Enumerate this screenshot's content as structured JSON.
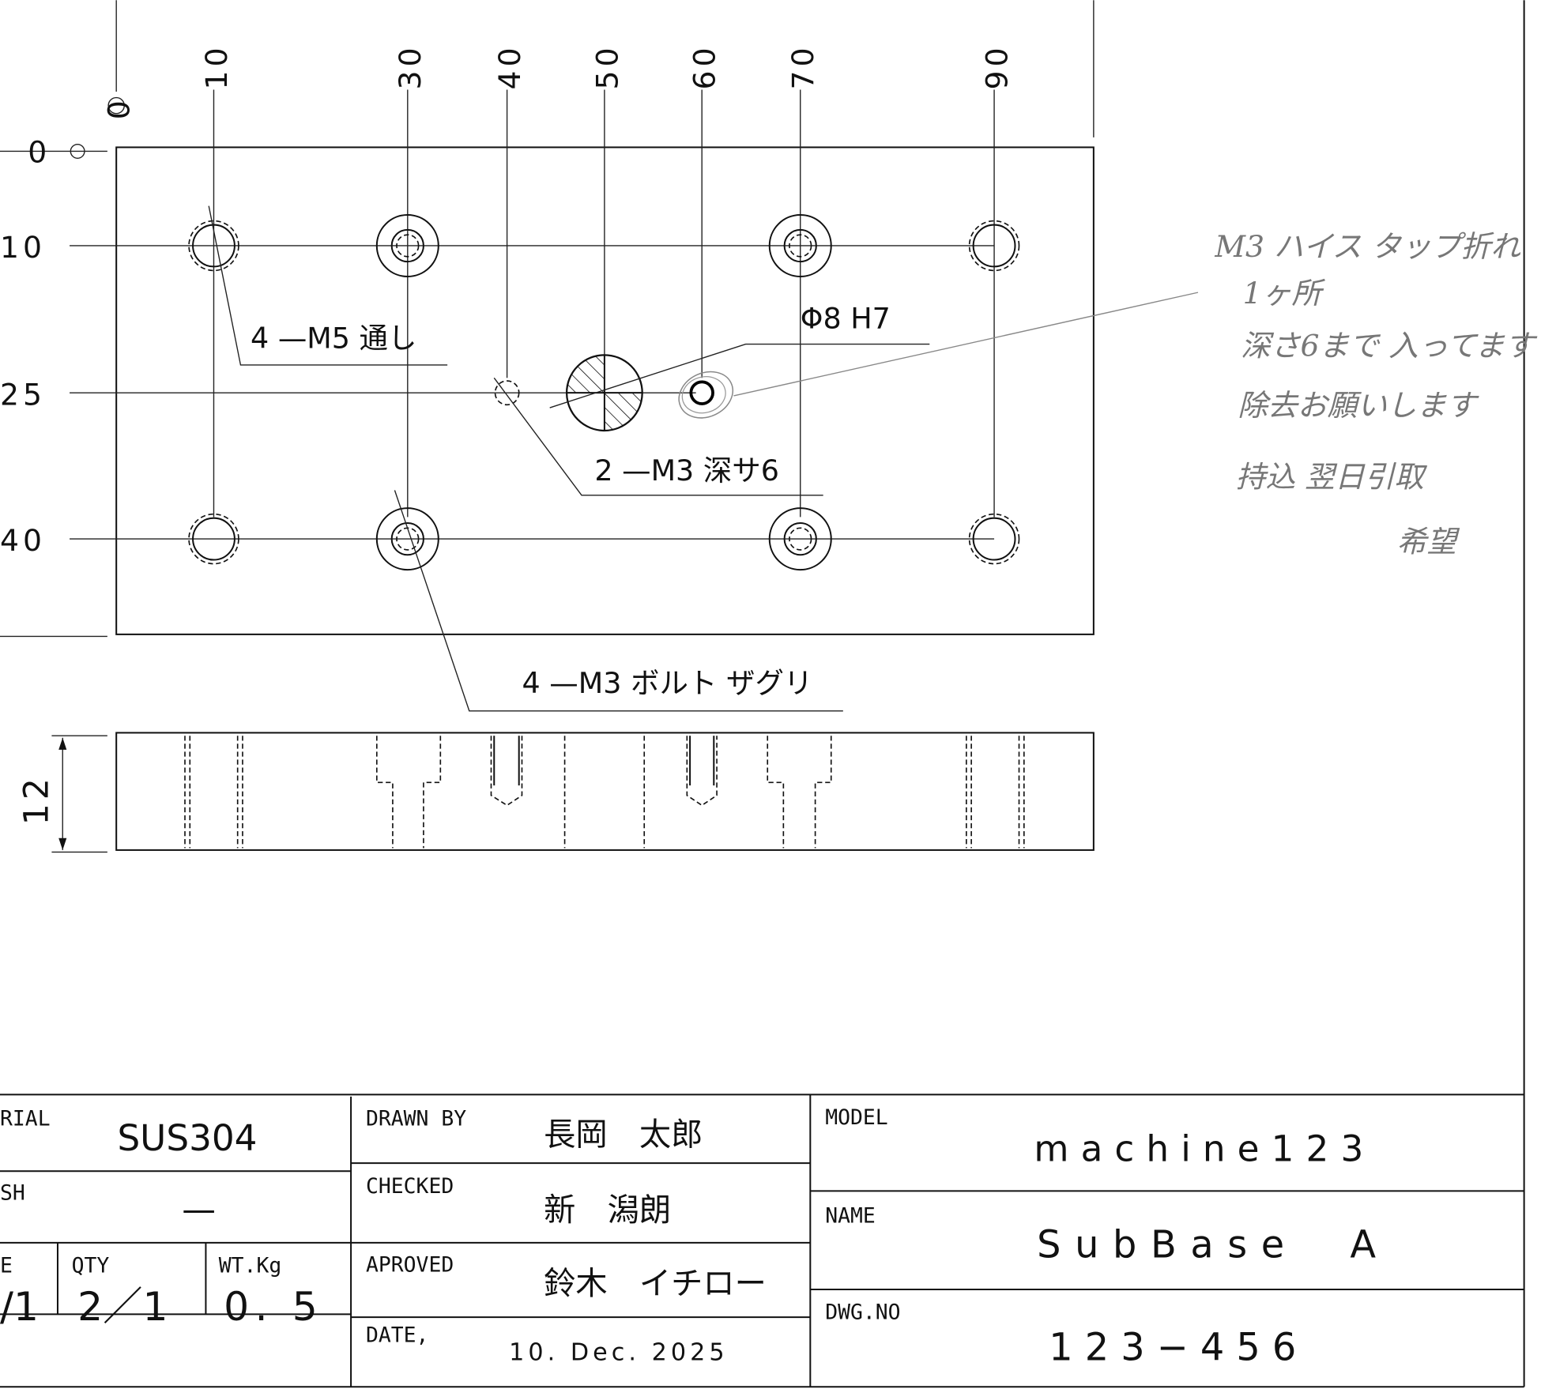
{
  "drawing": {
    "x_dimensions": [
      "0",
      "10",
      "30",
      "40",
      "50",
      "60",
      "70",
      "90"
    ],
    "y_dimensions": [
      "0",
      "10",
      "25",
      "40"
    ],
    "thickness_dimension": "12",
    "callouts": {
      "m5_through": "4 —M5 通し",
      "bore": "Φ8 H7",
      "m3_tap": "2 —M3 深サ6",
      "m3_counterbore": "4 —M3 ボルト ザグリ"
    },
    "handwritten_note": [
      "M3 ハイス タップ折れ",
      "1ヶ所",
      "深さ6まで 入ってます",
      "除去お願いします",
      "持込 翌日引取",
      "希望"
    ]
  },
  "title_block": {
    "material_label": "RIAL",
    "material": "SUS304",
    "finish_label": "SH",
    "finish": "—",
    "scale_label": "E",
    "scale": "/1",
    "qty_label": "QTY",
    "qty": "2／1",
    "weight_label": "WT.Kg",
    "weight": "0. 5",
    "drawn_by_label": "DRAWN BY",
    "drawn_by": "長岡　太郎",
    "checked_label": "CHECKED",
    "checked": "新　潟朗",
    "approved_label": "APROVED",
    "approved": "鈴木　イチロー",
    "date_label": "DATE,",
    "date": "10. Dec. 2025",
    "model_label": "MODEL",
    "model": "machine123",
    "name_label": "NAME",
    "name": "SubBase  A",
    "dwg_no_label": "DWG.NO",
    "dwg_no": "123−456"
  }
}
